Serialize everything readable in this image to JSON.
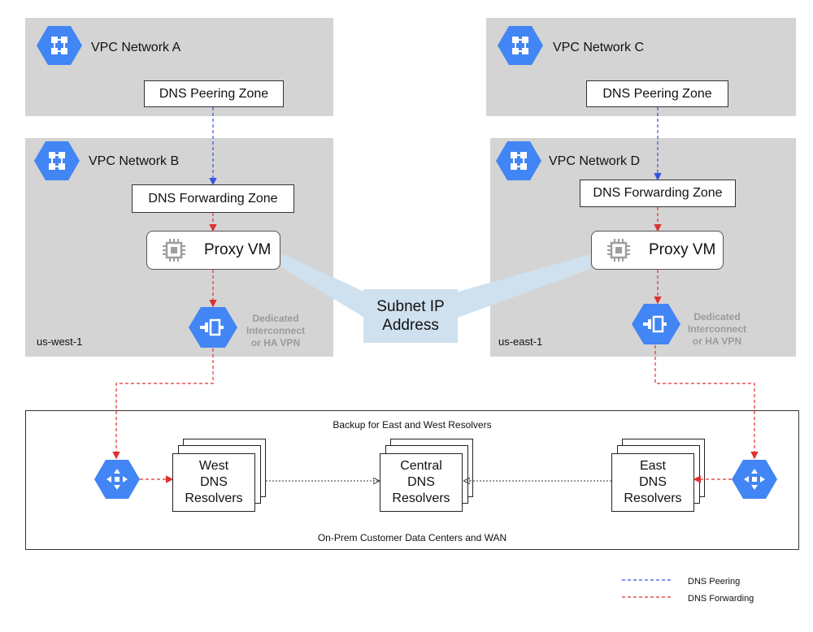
{
  "colors": {
    "panel": "#d4d4d4",
    "google_blue": "#4285f4",
    "peering": "#3355dd",
    "forwarding": "#e03131",
    "callout": "#cfe1ef"
  },
  "vpc_a": {
    "title": "VPC Network A",
    "zone": "DNS Peering Zone",
    "icon": "vpc-network-icon"
  },
  "vpc_c": {
    "title": "VPC Network C",
    "zone": "DNS Peering Zone",
    "icon": "vpc-network-icon"
  },
  "vpc_b": {
    "title": "VPC Network B",
    "zone": "DNS Forwarding Zone",
    "proxy": "Proxy VM",
    "interconnect": [
      "Dedicated",
      "Interconnect",
      "or HA VPN"
    ],
    "region": "us-west-1"
  },
  "vpc_d": {
    "title": "VPC Network D",
    "zone": "DNS Forwarding Zone",
    "proxy": "Proxy VM",
    "interconnect": [
      "Dedicated",
      "Interconnect",
      "or HA VPN"
    ],
    "region": "us-east-1"
  },
  "subnet": {
    "line1": "Subnet IP",
    "line2": "Address"
  },
  "onprem": {
    "top_label": "Backup for East and West Resolvers",
    "bottom_label": "On-Prem Customer Data Centers and WAN",
    "west": [
      "West",
      "DNS",
      "Resolvers"
    ],
    "central": [
      "Central",
      "DNS",
      "Resolvers"
    ],
    "east": [
      "East",
      "DNS",
      "Resolvers"
    ]
  },
  "legend": {
    "peering": "DNS Peering",
    "forwarding": "DNS Forwarding"
  }
}
